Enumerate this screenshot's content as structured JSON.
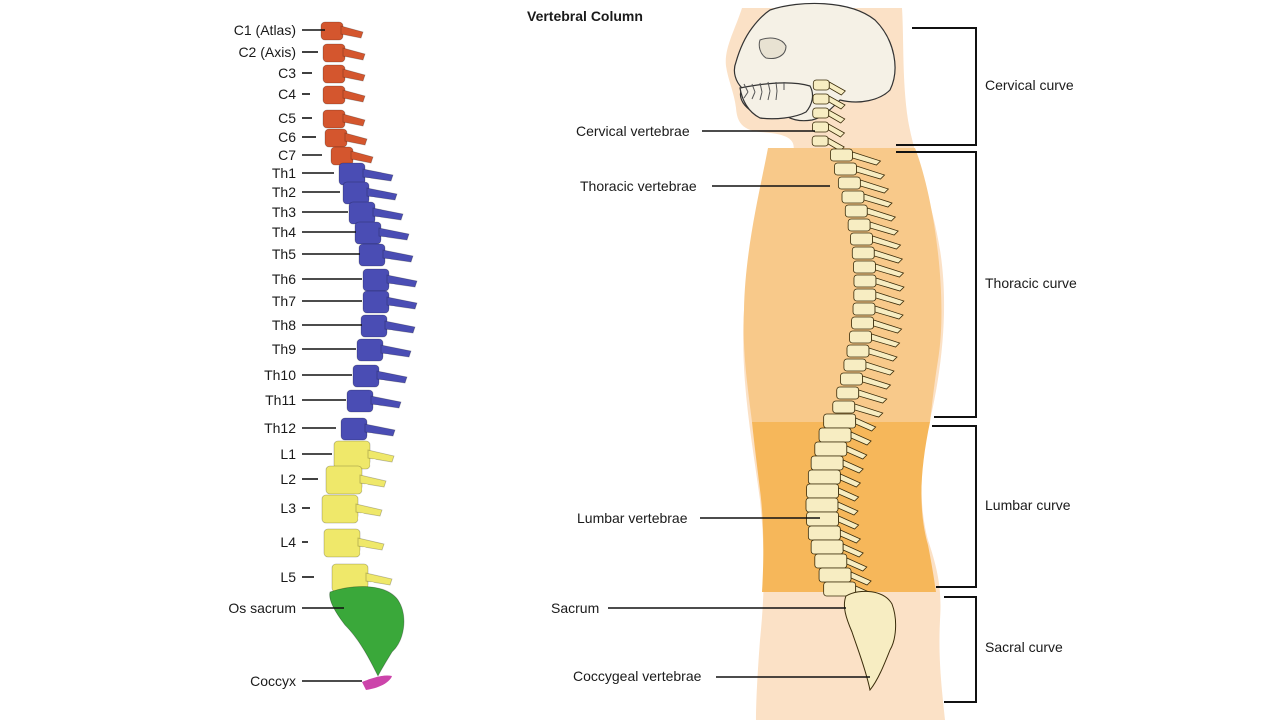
{
  "title": "Vertebral Column",
  "colors": {
    "cervical": "#d4562e",
    "thoracic": "#4a4db4",
    "lumbar": "#efe86a",
    "sacrum": "#3aa83a",
    "coccyx": "#cc44aa",
    "skin": "#fbe1c6",
    "thoracic_band": "#f8c98a",
    "lumbar_band": "#f6b75a",
    "bone": "#f7edc2"
  },
  "left_labels": [
    "C1 (Atlas)",
    "C2 (Axis)",
    "C3",
    "C4",
    "C5",
    "C6",
    "C7",
    "Th1",
    "Th2",
    "Th3",
    "Th4",
    "Th5",
    "Th6",
    "Th7",
    "Th8",
    "Th9",
    "Th10",
    "Th11",
    "Th12",
    "L1",
    "L2",
    "L3",
    "L4",
    "L5",
    "Os sacrum",
    "Coccyx"
  ],
  "right_labels": {
    "cervical_vertebrae": "Cervical vertebrae",
    "thoracic_vertebrae": "Thoracic vertebrae",
    "lumbar_vertebrae": "Lumbar vertebrae",
    "sacrum": "Sacrum",
    "coccygeal_vertebrae": "Coccygeal vertebrae"
  },
  "curves": {
    "cervical": "Cervical curve",
    "thoracic": "Thoracic curve",
    "lumbar": "Lumbar curve",
    "sacral": "Sacral curve"
  }
}
